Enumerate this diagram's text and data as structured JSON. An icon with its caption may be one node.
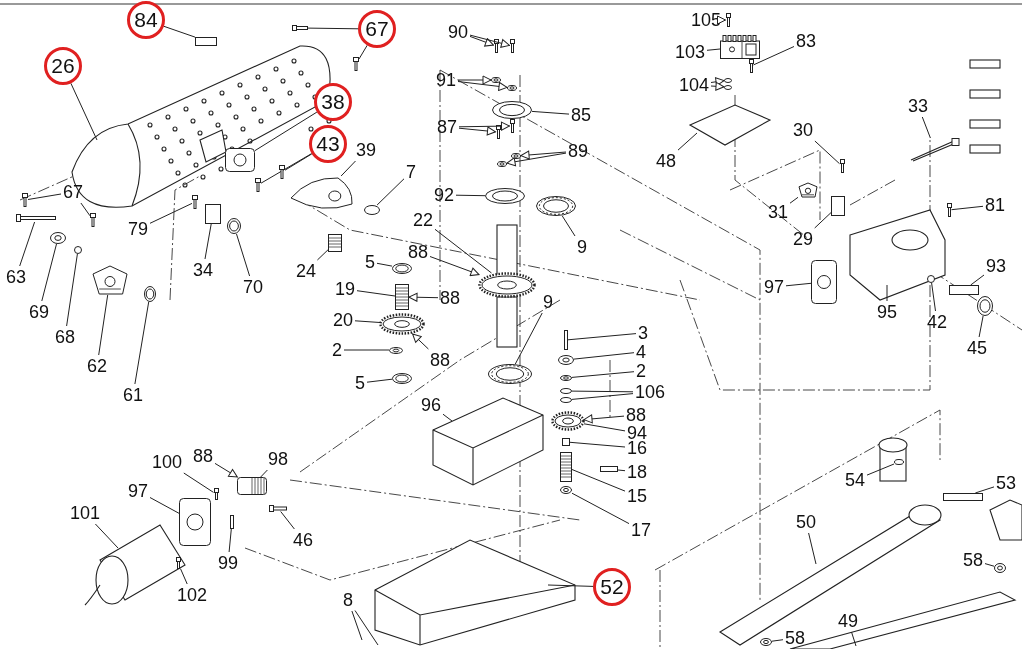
{
  "diagram": {
    "nodes": [
      {
        "text": [
          "84"
        ]
      },
      {
        "text": [
          "67"
        ]
      },
      {
        "text": [
          "26"
        ]
      },
      {
        "text": [
          "38"
        ]
      },
      {
        "text": [
          "43"
        ]
      },
      {
        "text": [
          "39"
        ]
      },
      {
        "text": [
          "7"
        ]
      },
      {
        "text": [
          "67"
        ]
      },
      {
        "text": [
          "79"
        ]
      },
      {
        "text": [
          "34"
        ]
      },
      {
        "text": [
          "70"
        ]
      },
      {
        "text": [
          "24"
        ]
      },
      {
        "text": [
          "63"
        ]
      },
      {
        "text": [
          "69"
        ]
      },
      {
        "text": [
          "68"
        ]
      },
      {
        "text": [
          "62"
        ]
      },
      {
        "text": [
          "61"
        ]
      },
      {
        "text": [
          "5"
        ]
      },
      {
        "text": [
          "88"
        ]
      },
      {
        "text": [
          "19"
        ]
      },
      {
        "text": [
          "20"
        ]
      },
      {
        "text": [
          "2"
        ]
      },
      {
        "text": [
          "88"
        ]
      },
      {
        "text": [
          "5"
        ]
      },
      {
        "text": [
          "90"
        ]
      },
      {
        "text": [
          "91"
        ]
      },
      {
        "text": [
          "85"
        ]
      },
      {
        "text": [
          "87"
        ]
      },
      {
        "text": [
          "89"
        ]
      },
      {
        "text": [
          "92"
        ]
      },
      {
        "text": [
          "22"
        ]
      },
      {
        "text": [
          "88"
        ]
      },
      {
        "text": [
          "9"
        ]
      },
      {
        "text": [
          "9"
        ]
      },
      {
        "text": [
          "3"
        ]
      },
      {
        "text": [
          "4"
        ]
      },
      {
        "text": [
          "2"
        ]
      },
      {
        "text": [
          "106"
        ]
      },
      {
        "text": [
          "88"
        ]
      },
      {
        "text": [
          "94"
        ]
      },
      {
        "text": [
          "16"
        ]
      },
      {
        "text": [
          "18"
        ]
      },
      {
        "text": [
          "15"
        ]
      },
      {
        "text": [
          "17"
        ]
      },
      {
        "text": [
          "96"
        ]
      },
      {
        "text": [
          "52"
        ]
      },
      {
        "text": [
          "8"
        ]
      },
      {
        "text": [
          "100"
        ]
      },
      {
        "text": [
          "88"
        ]
      },
      {
        "text": [
          "98"
        ]
      },
      {
        "text": [
          "97"
        ]
      },
      {
        "text": [
          "101"
        ]
      },
      {
        "text": [
          "46"
        ]
      },
      {
        "text": [
          "99"
        ]
      },
      {
        "text": [
          "102"
        ]
      },
      {
        "text": [
          "105"
        ]
      },
      {
        "text": [
          "103"
        ]
      },
      {
        "text": [
          "83"
        ]
      },
      {
        "text": [
          "104"
        ]
      },
      {
        "text": [
          "48"
        ]
      },
      {
        "text": [
          "30"
        ]
      },
      {
        "text": [
          "33"
        ]
      },
      {
        "text": [
          "31"
        ]
      },
      {
        "text": [
          "29"
        ]
      },
      {
        "text": [
          "81"
        ]
      },
      {
        "text": [
          "97"
        ]
      },
      {
        "text": [
          "95"
        ]
      },
      {
        "text": [
          "42"
        ]
      },
      {
        "text": [
          "93"
        ]
      },
      {
        "text": [
          "45"
        ]
      },
      {
        "text": [
          "54"
        ]
      },
      {
        "text": [
          "50"
        ]
      },
      {
        "text": [
          "53"
        ]
      },
      {
        "text": [
          "58"
        ]
      },
      {
        "text": [
          "58"
        ]
      },
      {
        "text": [
          "49"
        ]
      },
      {
        "text": [],
        "shape": "box"
      },
      {
        "text": [],
        "shape": "picture"
      },
      {
        "text": [],
        "shape": "picture"
      },
      {
        "text": [],
        "shape": "picture"
      },
      {
        "text": [],
        "shape": "picture"
      },
      {
        "text": [],
        "shape": "picture"
      },
      {
        "text": [],
        "shape": "picture"
      },
      {
        "text": [],
        "shape": "circle"
      },
      {
        "text": [],
        "shape": "picture"
      },
      {
        "text": [],
        "shape": "picture"
      },
      {
        "text": [],
        "shape": "picture"
      },
      {
        "text": [],
        "shape": "box"
      },
      {
        "text": [],
        "shape": "picture"
      },
      {
        "text": [],
        "shape": "picture"
      },
      {
        "text": [],
        "shape": "picture"
      },
      {
        "text": [],
        "shape": "picture"
      },
      {
        "text": [],
        "shape": "circle"
      },
      {
        "text": [],
        "shape": "picture"
      },
      {
        "text": [],
        "shape": "picture"
      },
      {
        "text": [],
        "shape": "picture"
      },
      {
        "text": [],
        "shape": "picture"
      },
      {
        "text": [],
        "shape": "picture"
      },
      {
        "text": [],
        "shape": "picture"
      },
      {
        "text": [],
        "shape": "picture"
      },
      {
        "text": [],
        "shape": "picture"
      },
      {
        "text": [],
        "shape": "picture"
      },
      {
        "text": [],
        "shape": "picture"
      },
      {
        "text": [],
        "shape": "picture"
      },
      {
        "text": [],
        "shape": "picture"
      },
      {
        "text": [],
        "shape": "picture"
      },
      {
        "text": [],
        "shape": "picture"
      },
      {
        "text": [],
        "shape": "picture"
      },
      {
        "text": [],
        "shape": "picture"
      },
      {
        "text": [],
        "shape": "picture"
      },
      {
        "text": [],
        "shape": "picture"
      },
      {
        "text": [],
        "shape": "picture"
      },
      {
        "text": [],
        "shape": "picture"
      },
      {
        "text": [],
        "shape": "box"
      },
      {
        "text": [],
        "shape": "picture"
      },
      {
        "text": [],
        "shape": "picture"
      },
      {
        "text": [],
        "shape": "circle"
      },
      {
        "text": [],
        "shape": "circle"
      },
      {
        "text": [],
        "shape": "picture"
      },
      {
        "text": [],
        "shape": "box"
      },
      {
        "text": [],
        "shape": "box"
      },
      {
        "text": [],
        "shape": "picture"
      },
      {
        "text": [],
        "shape": "picture"
      },
      {
        "text": [],
        "shape": "picture"
      },
      {
        "text": [],
        "shape": "picture"
      },
      {
        "text": [],
        "shape": "picture"
      },
      {
        "text": [],
        "shape": "box"
      },
      {
        "text": [],
        "shape": "picture"
      },
      {
        "text": [],
        "shape": "picture"
      },
      {
        "text": [],
        "shape": "picture"
      },
      {
        "text": [],
        "shape": "picture"
      },
      {
        "text": [],
        "shape": "picture"
      },
      {
        "text": [],
        "shape": "circle"
      },
      {
        "text": [],
        "shape": "circle"
      },
      {
        "text": [],
        "shape": "picture"
      },
      {
        "text": [],
        "shape": "picture"
      },
      {
        "text": [],
        "shape": "picture"
      },
      {
        "text": [],
        "shape": "box"
      },
      {
        "text": [],
        "shape": "picture"
      },
      {
        "text": [],
        "shape": "picture"
      },
      {
        "text": [],
        "shape": "circle"
      },
      {
        "text": [],
        "shape": "box"
      },
      {
        "text": [],
        "shape": "picture"
      },
      {
        "text": [],
        "shape": "circle"
      },
      {
        "text": [],
        "shape": "box"
      },
      {
        "text": [],
        "shape": "picture"
      },
      {
        "text": [],
        "shape": "picture"
      }
    ],
    "edges": [
      {
        "from": 0,
        "to": 76,
        "arrow": "none"
      },
      {
        "from": 1,
        "to": 77,
        "arrow": "none"
      },
      {
        "from": 1,
        "to": 78,
        "arrow": "none"
      },
      {
        "from": 2,
        "to": null,
        "arrow": "none"
      },
      {
        "from": 3,
        "to": 79,
        "arrow": "none"
      },
      {
        "from": 4,
        "to": 80,
        "arrow": "none"
      },
      {
        "from": 4,
        "to": 81,
        "arrow": "none"
      },
      {
        "from": 5,
        "to": 82,
        "arrow": "none"
      },
      {
        "from": 6,
        "to": 83,
        "arrow": "none"
      },
      {
        "from": 7,
        "to": 84,
        "arrow": "none"
      },
      {
        "from": 7,
        "to": 85,
        "arrow": "none"
      },
      {
        "from": 8,
        "to": 86,
        "arrow": "none"
      },
      {
        "from": 9,
        "to": 87,
        "arrow": "none"
      },
      {
        "from": 10,
        "to": 88,
        "arrow": "none"
      },
      {
        "from": 11,
        "to": 89,
        "arrow": "none"
      },
      {
        "from": 12,
        "to": 90,
        "arrow": "none"
      },
      {
        "from": 13,
        "to": 91,
        "arrow": "none"
      },
      {
        "from": 14,
        "to": 92,
        "arrow": "none"
      },
      {
        "from": 15,
        "to": 93,
        "arrow": "none"
      },
      {
        "from": 16,
        "to": 94,
        "arrow": "none"
      },
      {
        "from": 17,
        "to": 95,
        "arrow": "none"
      },
      {
        "from": 18,
        "to": 96,
        "arrow": "to"
      },
      {
        "from": 19,
        "to": 96,
        "arrow": "none"
      },
      {
        "from": 20,
        "to": 97,
        "arrow": "none"
      },
      {
        "from": 21,
        "to": 98,
        "arrow": "none"
      },
      {
        "from": 22,
        "to": 97,
        "arrow": "to"
      },
      {
        "from": 23,
        "to": 99,
        "arrow": "none"
      },
      {
        "from": 24,
        "to": 100,
        "arrow": "to"
      },
      {
        "from": 24,
        "to": 101,
        "arrow": "to"
      },
      {
        "from": 25,
        "to": 102,
        "arrow": "to"
      },
      {
        "from": 25,
        "to": 103,
        "arrow": "to"
      },
      {
        "from": 26,
        "to": 104,
        "arrow": "none"
      },
      {
        "from": 27,
        "to": 105,
        "arrow": "to"
      },
      {
        "from": 27,
        "to": 106,
        "arrow": "to"
      },
      {
        "from": 28,
        "to": 107,
        "arrow": "to"
      },
      {
        "from": 28,
        "to": 108,
        "arrow": "to"
      },
      {
        "from": 29,
        "to": 109,
        "arrow": "none"
      },
      {
        "from": 30,
        "to": 110,
        "arrow": "none"
      },
      {
        "from": 31,
        "to": 110,
        "arrow": "to"
      },
      {
        "from": 32,
        "to": 111,
        "arrow": "none"
      },
      {
        "from": 33,
        "to": 112,
        "arrow": "none"
      },
      {
        "from": 34,
        "to": 113,
        "arrow": "none"
      },
      {
        "from": 35,
        "to": 114,
        "arrow": "none"
      },
      {
        "from": 36,
        "to": 115,
        "arrow": "none"
      },
      {
        "from": 37,
        "to": 116,
        "arrow": "none"
      },
      {
        "from": 37,
        "to": 117,
        "arrow": "none"
      },
      {
        "from": 38,
        "to": 118,
        "arrow": "to"
      },
      {
        "from": 39,
        "to": 118,
        "arrow": "none"
      },
      {
        "from": 40,
        "to": 119,
        "arrow": "none"
      },
      {
        "from": 41,
        "to": 120,
        "arrow": "none"
      },
      {
        "from": 42,
        "to": 121,
        "arrow": "none"
      },
      {
        "from": 43,
        "to": 122,
        "arrow": "none"
      },
      {
        "from": 44,
        "to": null,
        "arrow": "none"
      },
      {
        "from": 45,
        "to": null,
        "arrow": "none"
      },
      {
        "from": 46,
        "to": null,
        "arrow": "none"
      },
      {
        "from": 46,
        "to": null,
        "arrow": "none"
      },
      {
        "from": 47,
        "to": 123,
        "arrow": "none"
      },
      {
        "from": 48,
        "to": 124,
        "arrow": "to"
      },
      {
        "from": 49,
        "to": 124,
        "arrow": "none"
      },
      {
        "from": 50,
        "to": 125,
        "arrow": "none"
      },
      {
        "from": 51,
        "to": null,
        "arrow": "none"
      },
      {
        "from": 52,
        "to": 127,
        "arrow": "none"
      },
      {
        "from": 53,
        "to": 126,
        "arrow": "none"
      },
      {
        "from": 54,
        "to": 128,
        "arrow": "none"
      },
      {
        "from": 55,
        "to": 129,
        "arrow": "to"
      },
      {
        "from": 56,
        "to": 130,
        "arrow": "none"
      },
      {
        "from": 57,
        "to": 131,
        "arrow": "none"
      },
      {
        "from": 58,
        "to": 132,
        "arrow": "to"
      },
      {
        "from": 58,
        "to": 133,
        "arrow": "to"
      },
      {
        "from": 59,
        "to": null,
        "arrow": "none"
      },
      {
        "from": 60,
        "to": 134,
        "arrow": "none"
      },
      {
        "from": 61,
        "to": 135,
        "arrow": "none"
      },
      {
        "from": 62,
        "to": 136,
        "arrow": "none"
      },
      {
        "from": 63,
        "to": 137,
        "arrow": "none"
      },
      {
        "from": 64,
        "to": 138,
        "arrow": "none"
      },
      {
        "from": 65,
        "to": 139,
        "arrow": "none"
      },
      {
        "from": 66,
        "to": null,
        "arrow": "none"
      },
      {
        "from": 67,
        "to": 140,
        "arrow": "none"
      },
      {
        "from": 68,
        "to": 141,
        "arrow": "none"
      },
      {
        "from": 69,
        "to": 142,
        "arrow": "none"
      },
      {
        "from": 70,
        "to": 143,
        "arrow": "none"
      },
      {
        "from": 71,
        "to": null,
        "arrow": "none"
      },
      {
        "from": 72,
        "to": 144,
        "arrow": "none"
      },
      {
        "from": 73,
        "to": 145,
        "arrow": "none"
      },
      {
        "from": 74,
        "to": 146,
        "arrow": "none"
      },
      {
        "from": 75,
        "to": null,
        "arrow": "none"
      }
    ]
  }
}
